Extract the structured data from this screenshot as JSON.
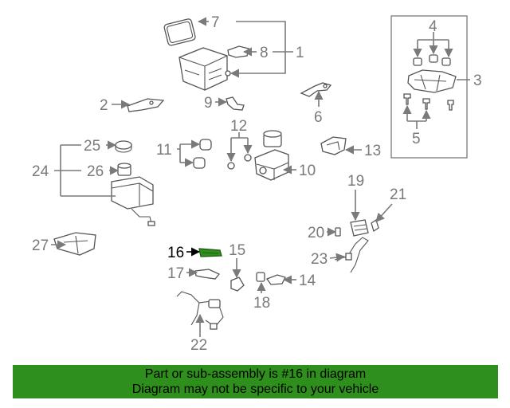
{
  "callouts": [
    {
      "id": "1",
      "text": "1"
    },
    {
      "id": "2",
      "text": "2"
    },
    {
      "id": "3",
      "text": "3"
    },
    {
      "id": "4",
      "text": "4"
    },
    {
      "id": "5",
      "text": "5"
    },
    {
      "id": "6",
      "text": "6"
    },
    {
      "id": "7",
      "text": "7"
    },
    {
      "id": "8",
      "text": "8"
    },
    {
      "id": "9",
      "text": "9"
    },
    {
      "id": "10",
      "text": "10"
    },
    {
      "id": "11",
      "text": "11"
    },
    {
      "id": "12",
      "text": "12"
    },
    {
      "id": "13",
      "text": "13"
    },
    {
      "id": "14",
      "text": "14"
    },
    {
      "id": "15",
      "text": "15"
    },
    {
      "id": "16",
      "text": "16"
    },
    {
      "id": "17",
      "text": "17"
    },
    {
      "id": "18",
      "text": "18"
    },
    {
      "id": "19",
      "text": "19"
    },
    {
      "id": "20",
      "text": "20"
    },
    {
      "id": "21",
      "text": "21"
    },
    {
      "id": "22",
      "text": "22"
    },
    {
      "id": "23",
      "text": "23"
    },
    {
      "id": "24",
      "text": "24"
    },
    {
      "id": "25",
      "text": "25"
    },
    {
      "id": "26",
      "text": "26"
    },
    {
      "id": "27",
      "text": "27"
    }
  ],
  "highlighted_part": "16",
  "colors": {
    "banner": "#2f8f1c",
    "highlight": "#000000",
    "callout": "#7a7a7a",
    "part_highlight": "#2f8f1c"
  },
  "banner": {
    "line1": "Part or sub-assembly is #16 in diagram",
    "line2": "Diagram may not be specific to your vehicle"
  }
}
